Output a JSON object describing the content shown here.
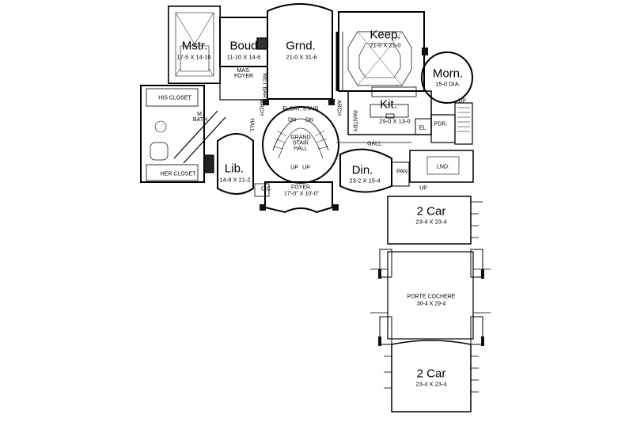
{
  "rooms": {
    "mstr": {
      "name": "Mstr.",
      "dim": "17-5 X 14-10"
    },
    "boud": {
      "name": "Boud",
      "dim": "11-10 X 14-6"
    },
    "grnd": {
      "name": "Grnd.",
      "dim": "21-0 X 31-6"
    },
    "keep": {
      "name": "Keep.",
      "dim": "21-0 X 21-0"
    },
    "morn": {
      "name": "Morn.",
      "dim": "15-0 DIA."
    },
    "kit": {
      "name": "Kit.",
      "dim": "29-0 X 13-0"
    },
    "lib": {
      "name": "Lib.",
      "dim": "14-8 X 21-2"
    },
    "din": {
      "name": "Din.",
      "dim": "23-2 X 15-4"
    },
    "foyer": {
      "name": "FOYER",
      "dim": "17'-0\" X 10'-0\""
    },
    "car1": {
      "name": "2 Car",
      "dim": "23-4 X 23-4"
    },
    "porte": {
      "name": "PORTE COCHERE",
      "dim": "30-4 X 29-4"
    },
    "car2": {
      "name": "2 Car",
      "dim": "23-4 X 23-4"
    }
  },
  "labels": {
    "his_closet": "HIS CLOSET",
    "her_closet": "HER CLOSET",
    "m_bath": "M.\nBATH",
    "mas_foyer": "MAS.\nFOYER",
    "float_stair": "FLOAT. STAIR",
    "dn_left": "DN",
    "dn_right": "DN",
    "grand_stair": "GRAND\nSTAIR\nHALL",
    "up_left": "UP",
    "up_right": "UP",
    "gall": "GALL.",
    "pdr": "PDR.",
    "el": "EL.",
    "lnd": "LND.",
    "pan": "PAN",
    "up_east": "UP",
    "up_garage": "UP",
    "cc": "C.C.",
    "arch_left": "ARCH",
    "arch_right": "ARCH",
    "wet": "WET BAR",
    "pantry": "PANTRY",
    "library_hall": "HALL"
  }
}
